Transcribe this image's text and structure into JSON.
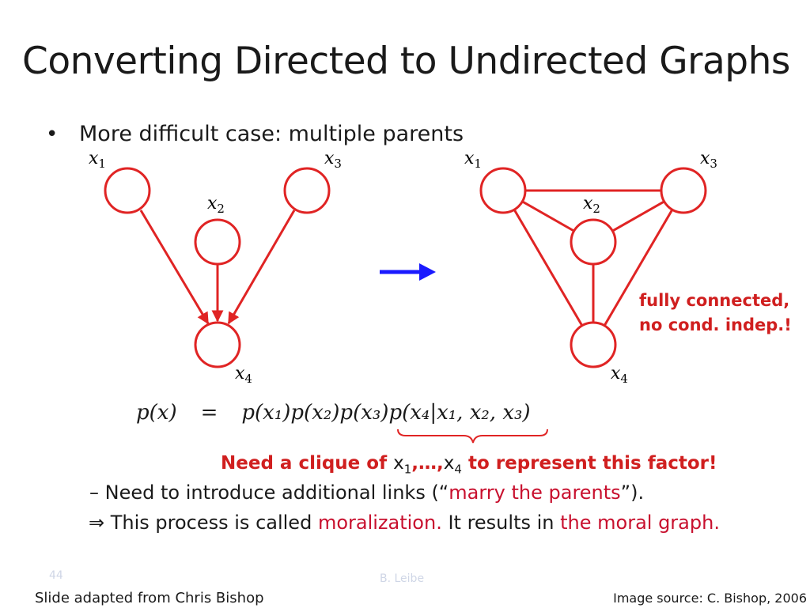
{
  "slide": {
    "title": "Converting Directed to Undirected Graphs",
    "bullet": "More difficult case: multiple parents",
    "bullet_marker": "•",
    "slide_number": "44",
    "author": "B. Leibe",
    "footer_left": "Slide adapted from Chris Bishop",
    "footer_right": "Image source: C. Bishop, 2006"
  },
  "directed_graph": {
    "nodes": [
      {
        "id": "x1",
        "label": "x",
        "sub": "1"
      },
      {
        "id": "x2",
        "label": "x",
        "sub": "2"
      },
      {
        "id": "x3",
        "label": "x",
        "sub": "3"
      },
      {
        "id": "x4",
        "label": "x",
        "sub": "4"
      }
    ],
    "edges": [
      [
        "x1",
        "x4"
      ],
      [
        "x2",
        "x4"
      ],
      [
        "x3",
        "x4"
      ]
    ]
  },
  "moral_graph": {
    "nodes": [
      {
        "id": "x1",
        "label": "x",
        "sub": "1"
      },
      {
        "id": "x2",
        "label": "x",
        "sub": "2"
      },
      {
        "id": "x3",
        "label": "x",
        "sub": "3"
      },
      {
        "id": "x4",
        "label": "x",
        "sub": "4"
      }
    ],
    "edges": [
      [
        "x1",
        "x3"
      ],
      [
        "x1",
        "x2"
      ],
      [
        "x2",
        "x3"
      ],
      [
        "x1",
        "x4"
      ],
      [
        "x2",
        "x4"
      ],
      [
        "x3",
        "x4"
      ]
    ]
  },
  "colors": {
    "graph_red": "#e02424",
    "arrow_blue": "#1a1aff",
    "text_red": "#d01f1f"
  },
  "formula": {
    "lhs": "p(x)",
    "eq": "=",
    "rhs_parents": "p(x₁)p(x₂)p(x₃)",
    "rhs_factor": "p(x₄|x₁, x₂, x₃)"
  },
  "note": {
    "line1": "fully connected,",
    "line2": "no cond. indep.!"
  },
  "clique": {
    "pre": "Need a clique of ",
    "x_a": "x",
    "sub_a": "1",
    "mid": ",…,",
    "x_b": "x",
    "sub_b": "4",
    "post": " to represent this factor!"
  },
  "subbullets": {
    "item1": {
      "dash": "–",
      "pre": " Need to introduce additional links (“",
      "highlight": "marry the parents",
      "post": "”)."
    },
    "item2": {
      "implies": "⇒",
      "pre": " This process is called ",
      "hl1": "moralization.",
      "mid": " It results in ",
      "hl2": "the moral graph."
    }
  }
}
